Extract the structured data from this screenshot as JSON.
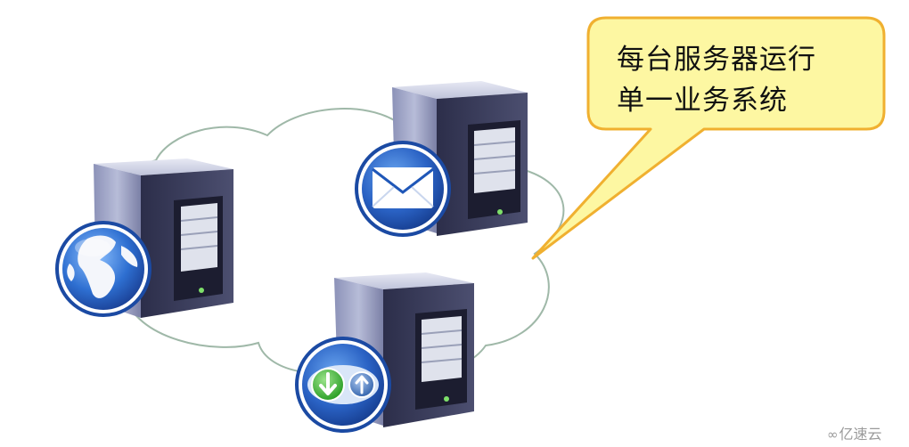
{
  "callout": {
    "line1": "每台服务器运行",
    "line2": "单一业务系统",
    "fill": "#fdf7a2",
    "stroke": "#f0b030"
  },
  "cloud": {
    "stroke": "#9fb8a8"
  },
  "servers": [
    {
      "role": "web",
      "icon": "globe-icon",
      "badge_color": "#2f67c8"
    },
    {
      "role": "mail",
      "icon": "envelope-icon",
      "badge_color": "#1f57b8"
    },
    {
      "role": "file-transfer",
      "icon": "download-upload-icon",
      "badge_color": "#2a63c2"
    }
  ],
  "watermark": {
    "logo": "∞",
    "text": "亿速云"
  }
}
